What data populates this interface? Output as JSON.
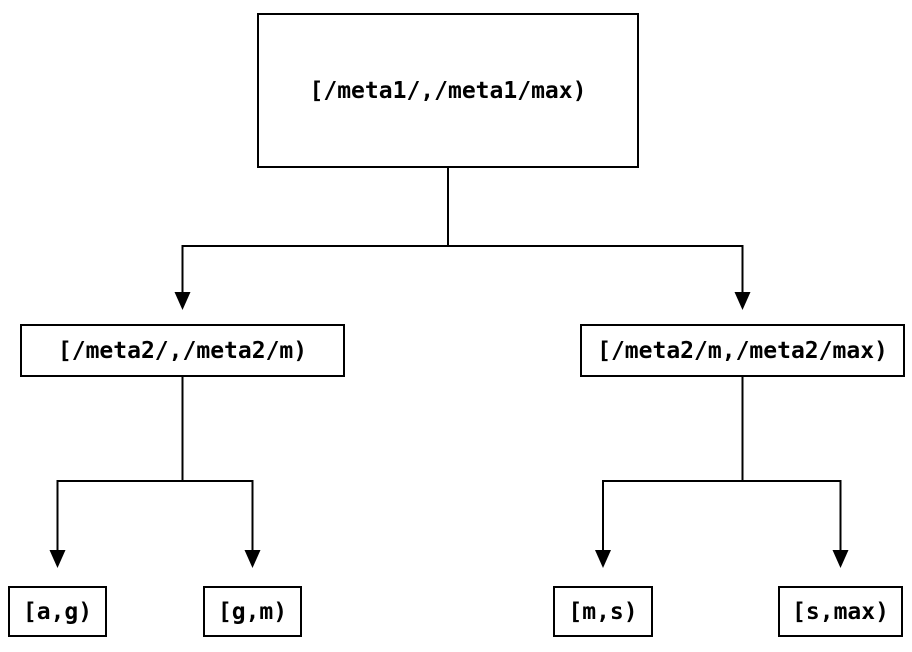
{
  "diagram": {
    "type": "tree",
    "description": "Two-level interval partition tree",
    "tree": {
      "label": "[/meta1/,/meta1/max)",
      "children": [
        {
          "label": "[/meta2/,/meta2/m)",
          "children": [
            {
              "label": "[a,g)"
            },
            {
              "label": "[g,m)"
            }
          ]
        },
        {
          "label": "[/meta2/m,/meta2/max)",
          "children": [
            {
              "label": "[m,s)"
            },
            {
              "label": "[s,max)"
            }
          ]
        }
      ]
    },
    "colors": {
      "background": "#ffffff",
      "line": "#000000",
      "box_border": "#000000",
      "text": "#000000"
    }
  }
}
